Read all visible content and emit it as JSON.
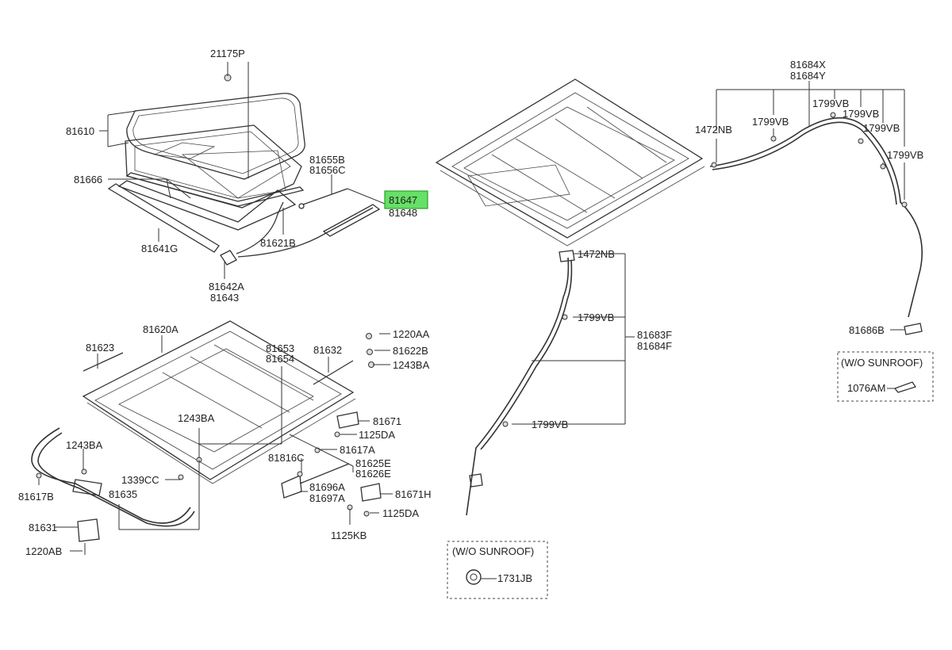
{
  "labels": {
    "p21175P": "21175P",
    "p81610": "81610",
    "p81666": "81666",
    "p81655B": "81655B",
    "p81656C": "81656C",
    "p81647": "81647",
    "p81648": "81648",
    "p81641G": "81641G",
    "p81621B": "81621B",
    "p81642A": "81642A",
    "p81643": "81643",
    "p81620A": "81620A",
    "p81623": "81623",
    "p81653": "81653",
    "p81654": "81654",
    "p81632": "81632",
    "p1220AA": "1220AA",
    "p81622B": "81622B",
    "p1243BA_a": "1243BA",
    "p81671": "81671",
    "p1125DA_a": "1125DA",
    "p1243BA_b": "1243BA",
    "p81816C": "81816C",
    "p81617A": "81617A",
    "p81625E": "81625E",
    "p81626E": "81626E",
    "p1243BA_c": "1243BA",
    "p1339CC": "1339CC",
    "p81696A": "81696A",
    "p81697A": "81697A",
    "p81671H": "81671H",
    "p81617B": "81617B",
    "p81635": "81635",
    "p1125DA_b": "1125DA",
    "p81631": "81631",
    "p1125KB": "1125KB",
    "p1220AB": "1220AB",
    "p81684X": "81684X",
    "p81684Y": "81684Y",
    "p1472NB_a": "1472NB",
    "p1799VB_a": "1799VB",
    "p1799VB_b": "1799VB",
    "p1799VB_c": "1799VB",
    "p1799VB_d": "1799VB",
    "p1799VB_e": "1799VB",
    "p1472NB_b": "1472NB",
    "p1799VB_f": "1799VB",
    "p81683F": "81683F",
    "p81684F": "81684F",
    "p1799VB_g": "1799VB",
    "p81686B": "81686B",
    "p1076AM": "1076AM",
    "p1731JB": "1731JB"
  },
  "boxes": {
    "wo_sunroof_right": "(W/O SUNROOF)",
    "wo_sunroof_bottom": "(W/O SUNROOF)"
  },
  "highlight": {
    "part": "81647",
    "color": "#66e066"
  }
}
